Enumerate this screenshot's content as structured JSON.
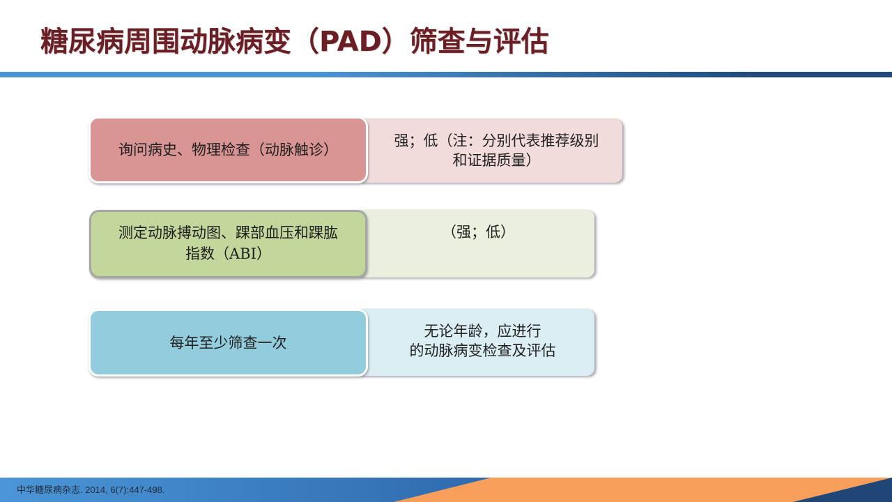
{
  "slide": {
    "title": "糖尿病周围动脉病变（PAD）筛查与评估",
    "title_color": "#6b1e23",
    "title_bar_colors": [
      "#4a94d6",
      "#1f4a7e"
    ]
  },
  "rows": [
    {
      "left_text": "询问病史、物理检查（动脉触诊）",
      "right_text": "强；低（注：分别代表推荐级别\n和证据质量）",
      "left_color": "#d99594",
      "right_color": "#f1dcdb",
      "left_border": "#ffffff"
    },
    {
      "left_text": "测定动脉搏动图、踝部血压和踝肱\n指数（ABI）",
      "right_text": "（强；低）",
      "left_color": "#c3d69b",
      "right_color": "#ebf0de",
      "left_border": "#a6a6a6"
    },
    {
      "left_text": "每年至少筛查一次",
      "right_text": "无论年龄，应进行\n的动脉病变检查及评估",
      "left_color": "#93cddd",
      "right_color": "#daeef3",
      "left_border": "#ffffff"
    }
  ],
  "footer": {
    "citation": "中华糖尿病杂志. 2014, 6(7):447-498.",
    "colors": {
      "blue_light": "#4b96d8",
      "blue_mid": "#2e6aad",
      "orange": "#f79f5a",
      "navy": "#1f4677"
    }
  }
}
